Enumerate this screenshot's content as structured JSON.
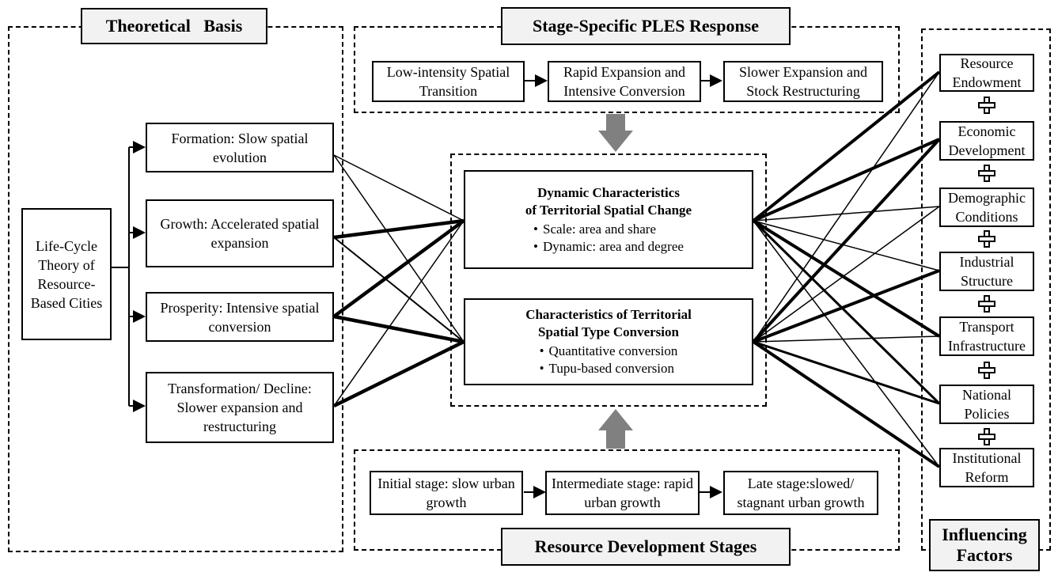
{
  "headers": {
    "theoretical_basis": "Theoretical   Basis",
    "ples_response": "Stage-Specific PLES Response",
    "resource_stages": "Resource Development Stages",
    "influencing_factors": "Influencing Factors"
  },
  "theory": {
    "root": "Life-Cycle Theory of Resource-Based Cities",
    "stages": [
      "Formation: Slow spatial evolution",
      "Growth: Accelerated spatial expansion",
      "Prosperity: Intensive spatial conversion",
      "Transformation/ Decline: Slower expansion and restructuring"
    ]
  },
  "ples_response": {
    "steps": [
      "Low-intensity Spatial Transition",
      "Rapid Expansion and Intensive Conversion",
      "Slower Expansion and Stock Restructuring"
    ]
  },
  "resource_stages": {
    "steps": [
      "Initial stage: slow urban growth",
      "Intermediate stage: rapid urban growth",
      "Late stage:slowed/ stagnant urban growth"
    ]
  },
  "central": {
    "dynamic": {
      "title_line1": "Dynamic Characteristics",
      "title_line2": "of Territorial Spatial Change",
      "bullets": [
        "Scale: area and share",
        "Dynamic: area and degree"
      ]
    },
    "conversion": {
      "title_line1": "Characteristics of Territorial",
      "title_line2": "Spatial Type Conversion",
      "bullets": [
        "Quantitative conversion",
        "Tupu-based conversion"
      ]
    }
  },
  "factors": [
    "Resource Endowment",
    "Economic Development",
    "Demographic Conditions",
    "Industrial Structure",
    "Transport Infrastructure",
    "National Policies",
    "Institutional Reform"
  ]
}
